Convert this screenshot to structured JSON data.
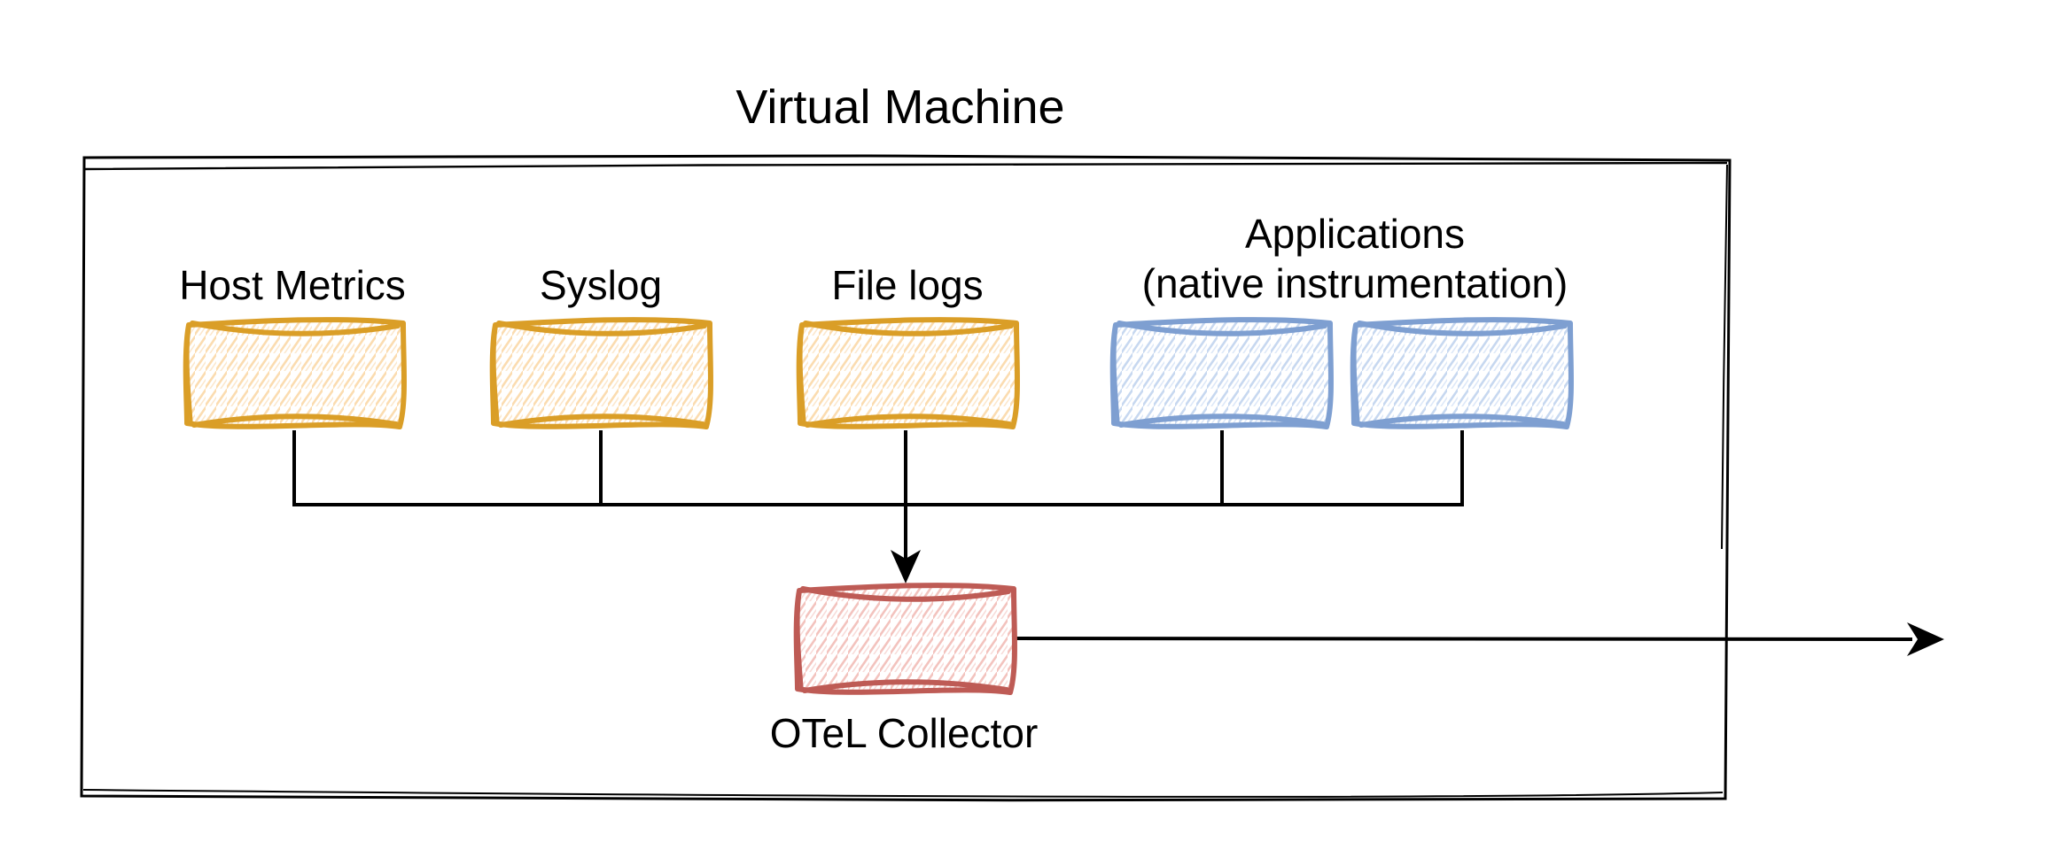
{
  "diagram": {
    "title": "Virtual Machine",
    "sources": [
      {
        "id": "host-metrics",
        "label": "Host Metrics",
        "border_color": "#da9e27",
        "hatch_color": "#fbdcb0",
        "boxes": 1
      },
      {
        "id": "syslog",
        "label": "Syslog",
        "border_color": "#da9e27",
        "hatch_color": "#fbdcb0",
        "boxes": 1
      },
      {
        "id": "file-logs",
        "label": "File logs",
        "border_color": "#da9e27",
        "hatch_color": "#fbdcb0",
        "boxes": 1
      },
      {
        "id": "applications",
        "label": "Applications",
        "sublabel": "(native instrumentation)",
        "border_color": "#7e9fd1",
        "hatch_color": "#c7d8f0",
        "boxes": 2
      }
    ],
    "collector": {
      "id": "otel-collector",
      "label": "OTeL Collector",
      "border_color": "#be5b55",
      "hatch_color": "#f3c3be"
    },
    "connections": [
      {
        "from": "host-metrics",
        "to": "otel-collector"
      },
      {
        "from": "syslog",
        "to": "otel-collector"
      },
      {
        "from": "file-logs",
        "to": "otel-collector"
      },
      {
        "from": "applications",
        "to": "otel-collector"
      },
      {
        "from": "otel-collector",
        "to": "outside-vm"
      }
    ],
    "colors": {
      "line": "#000000",
      "background": "#ffffff"
    }
  }
}
